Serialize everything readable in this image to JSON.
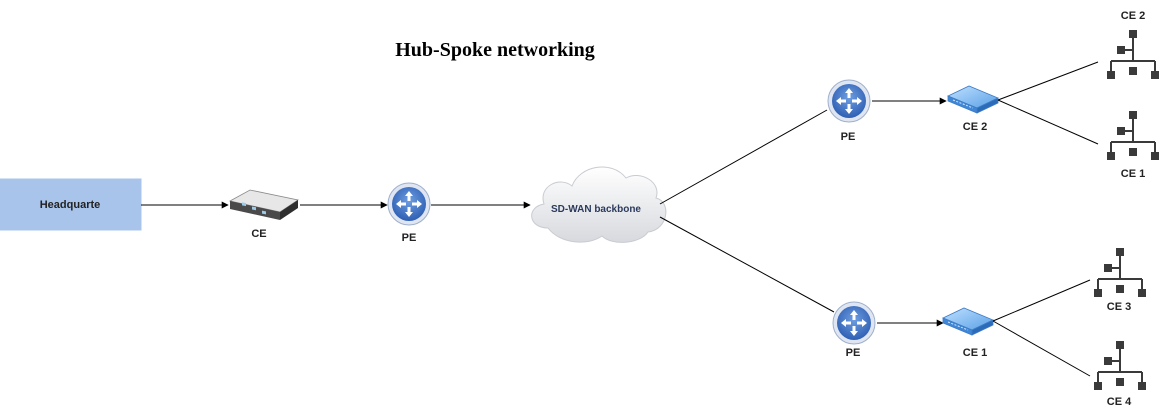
{
  "title": "Hub-Spoke networking",
  "headquarters": {
    "label": "Headquarte",
    "color": "#a9c4eb"
  },
  "hub": {
    "ce_label": "CE",
    "pe_label": "PE"
  },
  "backbone": {
    "label": "SD-WAN backbone"
  },
  "branches": [
    {
      "pe_label": "PE",
      "switch_label": "CE 2",
      "sites": [
        "CE 2",
        "CE 1"
      ]
    },
    {
      "pe_label": "PE",
      "switch_label": "CE 1",
      "sites": [
        "CE 3",
        "CE 4"
      ]
    }
  ],
  "icons": {
    "router": "router-icon",
    "ce_device": "ce-device-icon",
    "switch": "switch-icon",
    "cloud": "cloud-icon",
    "site_network": "site-network-icon"
  },
  "colors": {
    "router_blue": "#3c6ec2",
    "switch_blue": "#5aa0e6",
    "network_node": "#3a3a3a"
  }
}
